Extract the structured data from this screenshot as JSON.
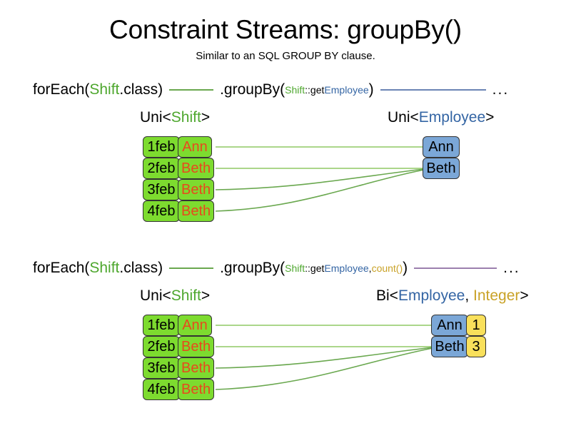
{
  "slide": {
    "title": "Constraint Streams: groupBy()",
    "subtitle": "Similar to an SQL GROUP BY clause."
  },
  "colors": {
    "shift_green": "#4ea72e",
    "employee_blue": "#3465a4",
    "integer_gold": "#c9a227",
    "fact_box_fill": "#7ddb2f",
    "fact_box_border": "#333333",
    "name_text": "#e8491d",
    "employee_box_fill": "#7ba7d7",
    "count_box_fill": "#f9e05b",
    "link_green": "#6aa84f",
    "connector_green": "#6aa84f",
    "connector_blue": "#6b84b4",
    "connector_purple": "#9b7fae"
  },
  "diagrams": [
    {
      "code": {
        "for_each": "forEach(",
        "for_each_type": "Shift",
        "for_each_tail": ".class)",
        "group_by": ".groupBy(",
        "arg_class": "Shift",
        "arg_method": "::getEmployee",
        "arg_method_prefix": "::get",
        "arg_method_type": "Employee",
        "group_by_tail": ")",
        "ellipsis": "..."
      },
      "left_label": {
        "prefix": "Uni<",
        "type": "Shift",
        "suffix": ">"
      },
      "right_label": {
        "prefix": "Uni<",
        "type": "Employee",
        "suffix": ">"
      },
      "shifts": [
        {
          "date": "1feb",
          "employee": "Ann"
        },
        {
          "date": "2feb",
          "employee": "Beth"
        },
        {
          "date": "3feb",
          "employee": "Beth"
        },
        {
          "date": "4feb",
          "employee": "Beth"
        }
      ],
      "groups": [
        {
          "employee": "Ann"
        },
        {
          "employee": "Beth"
        }
      ]
    },
    {
      "code": {
        "for_each": "forEach(",
        "for_each_type": "Shift",
        "for_each_tail": ".class)",
        "group_by": ".groupBy(",
        "arg_class": "Shift",
        "arg_method_prefix": "::get",
        "arg_method_type": "Employee",
        "arg_separator": ", ",
        "arg_collector": "count()",
        "group_by_tail": ")",
        "ellipsis": "..."
      },
      "left_label": {
        "prefix": "Uni<",
        "type": "Shift",
        "suffix": ">"
      },
      "right_label": {
        "prefix": "Bi<",
        "type": "Employee",
        "separator": ", ",
        "type2": "Integer",
        "suffix": ">"
      },
      "shifts": [
        {
          "date": "1feb",
          "employee": "Ann"
        },
        {
          "date": "2feb",
          "employee": "Beth"
        },
        {
          "date": "3feb",
          "employee": "Beth"
        },
        {
          "date": "4feb",
          "employee": "Beth"
        }
      ],
      "groups": [
        {
          "employee": "Ann",
          "count": "1"
        },
        {
          "employee": "Beth",
          "count": "3"
        }
      ]
    }
  ]
}
